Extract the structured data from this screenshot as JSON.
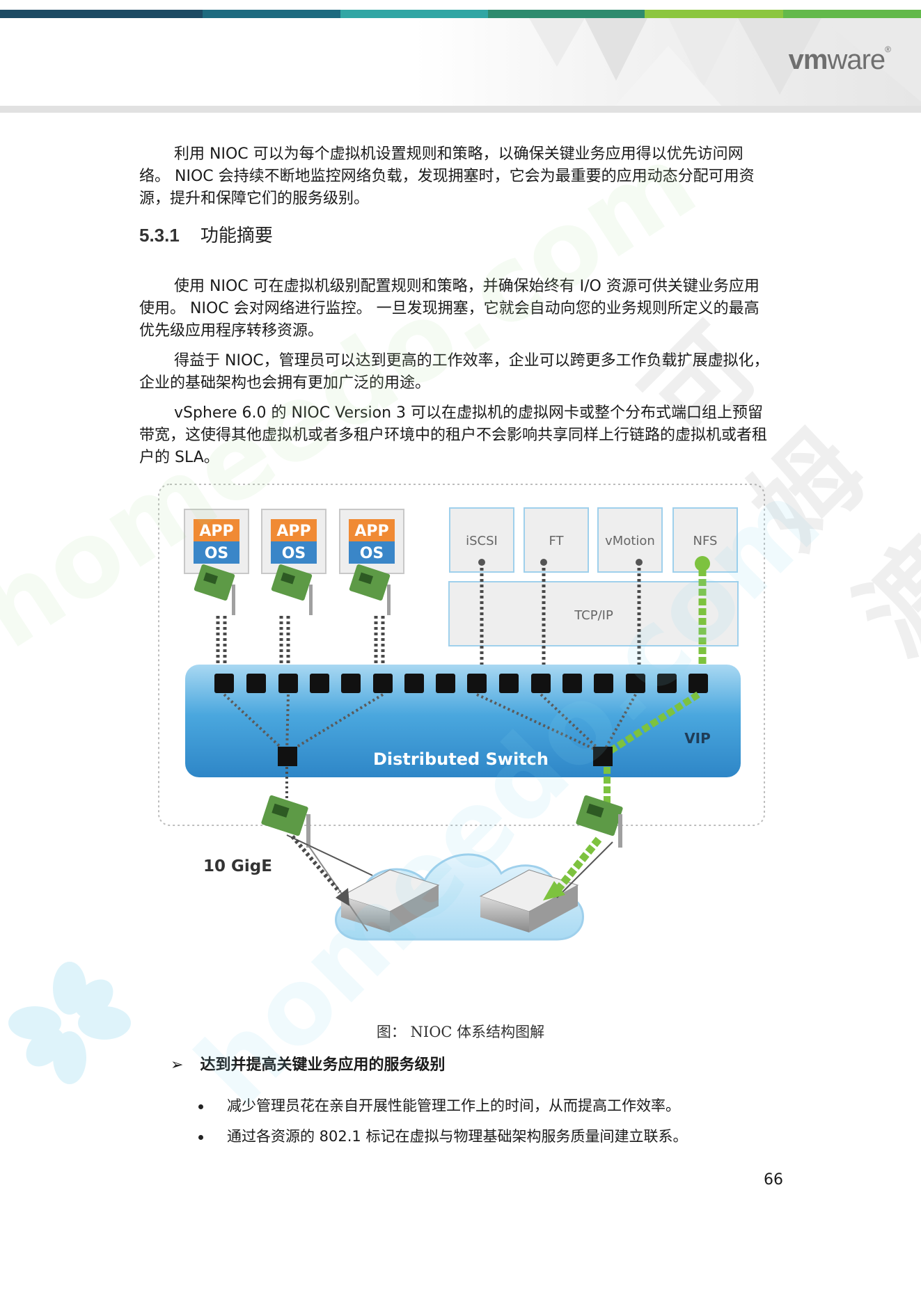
{
  "header": {
    "logo_text": "vmware",
    "logo_bold": "vm",
    "logo_rest": "ware",
    "logo_mark": "®",
    "bar_colors": [
      "#1c4a63",
      "#1d6a7f",
      "#31a6a4",
      "#2e8b6e",
      "#8cc63f",
      "#63b94b"
    ]
  },
  "intro": {
    "paragraph": "利用 NIOC 可以为每个虚拟机设置规则和策略，以确保关键业务应用得以优先访问网络。 NIOC 会持续不断地监控网络负载，发现拥塞时，它会为最重要的应用动态分配可用资源，提升和保障它们的服务级别。"
  },
  "section": {
    "number": "5.3.1",
    "title": "功能摘要",
    "paragraphs": [
      "使用 NIOC 可在虚拟机级别配置规则和策略，并确保始终有 I/O 资源可供关键业务应用使用。 NIOC 会对网络进行监控。 一旦发现拥塞，它就会自动向您的业务规则所定义的最高优先级应用程序转移资源。",
      "得益于 NIOC，管理员可以达到更高的工作效率，企业可以跨更多工作负载扩展虚拟化，企业的基础架构也会拥有更加广泛的用途。",
      "vSphere 6.0 的 NIOC Version 3 可以在虚拟机的虚拟网卡或整个分布式端口组上预留带宽，这使得其他虚拟机或者多租户环境中的租户不会影响共享同样上行链路的虚拟机或者租户的 SLA。"
    ]
  },
  "diagram": {
    "vm_app_label": "APP",
    "vm_os_label": "OS",
    "services": [
      "iSCSI",
      "FT",
      "vMotion",
      "NFS"
    ],
    "stack_label": "TCP/IP",
    "switch_label": "Distributed Switch",
    "vip_label": "VIP",
    "uplink_label": "10 GigE",
    "colors": {
      "app": "#f08a34",
      "os": "#3a86c8",
      "switch": "#3a97d4",
      "priority": "#7dc23f"
    }
  },
  "figure": {
    "caption": "图： NIOC 体系结构图解"
  },
  "benefits": {
    "heading": "达到并提高关键业务应用的服务级别",
    "items": [
      "减少管理员花在亲自开展性能管理工作上的时间，从而提高工作效率。",
      "通过各资源的 802.1 标记在虚拟与物理基础架构服务质量间建立联系。"
    ]
  },
  "footer": {
    "page_number": "66"
  },
  "watermark": {
    "text_url": "homeedo.com",
    "text_cn": "可姆渡"
  }
}
